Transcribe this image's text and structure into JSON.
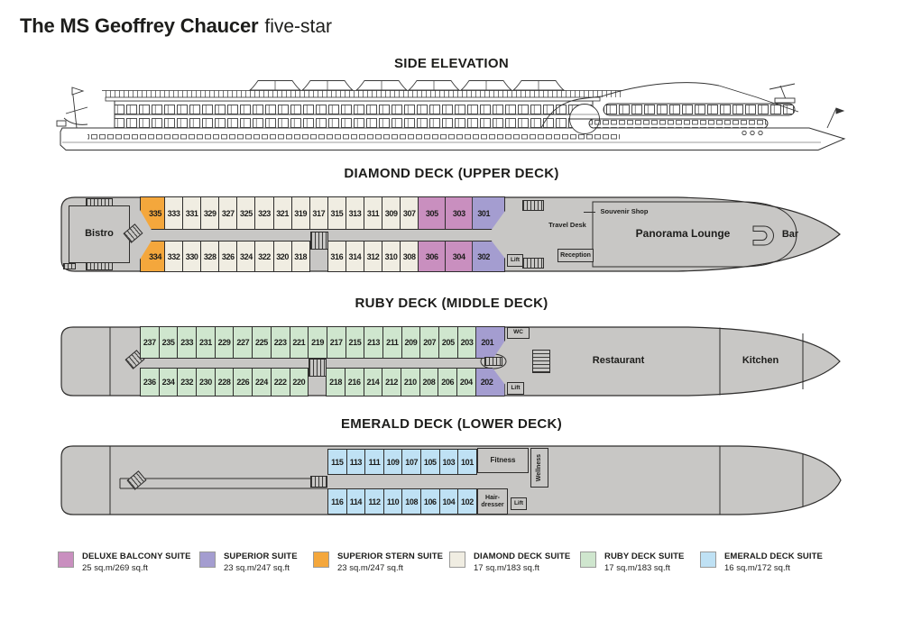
{
  "title": {
    "name": "The MS Geoffrey Chaucer",
    "rating": "five-star"
  },
  "headings": {
    "side_elevation": "SIDE ELEVATION",
    "diamond_deck": "DIAMOND DECK (UPPER DECK)",
    "ruby_deck": "RUBY DECK (MIDDLE DECK)",
    "emerald_deck": "EMERALD DECK (LOWER DECK)"
  },
  "colors": {
    "hull_gray": "#c8c7c5",
    "outline": "#2e2d2c",
    "deluxe_balcony_suite": "#c98fbf",
    "superior_suite": "#a49dd0",
    "superior_stern_suite": "#f4a73c",
    "diamond_deck_suite": "#f0ede2",
    "ruby_deck_suite": "#cfe6ce",
    "emerald_deck_suite": "#bfe1f4"
  },
  "decks": {
    "diamond": {
      "labels": {
        "bistro": "Bistro",
        "souvenir_shop": "Souvenir Shop",
        "travel_desk": "Travel Desk",
        "reception": "Reception",
        "lift": "Lift",
        "panorama_lounge": "Panorama Lounge",
        "bar": "Bar"
      },
      "top": [
        {
          "n": "335",
          "t": "stern",
          "s": "cut-bl"
        },
        {
          "n": "333",
          "t": "diamond"
        },
        {
          "n": "331",
          "t": "diamond"
        },
        {
          "n": "329",
          "t": "diamond"
        },
        {
          "n": "327",
          "t": "diamond"
        },
        {
          "n": "325",
          "t": "diamond"
        },
        {
          "n": "323",
          "t": "diamond"
        },
        {
          "n": "321",
          "t": "diamond"
        },
        {
          "n": "319",
          "t": "diamond"
        },
        {
          "n": "317",
          "t": "diamond"
        },
        {
          "n": "315",
          "t": "diamond"
        },
        {
          "n": "313",
          "t": "diamond"
        },
        {
          "n": "311",
          "t": "diamond"
        },
        {
          "n": "309",
          "t": "diamond"
        },
        {
          "n": "307",
          "t": "diamond"
        },
        {
          "n": "305",
          "t": "deluxe"
        },
        {
          "n": "303",
          "t": "deluxe"
        },
        {
          "n": "301",
          "t": "superior",
          "s": "cut-br"
        }
      ],
      "bottom_aft": [
        {
          "n": "334",
          "t": "stern",
          "s": "cut-tl"
        },
        {
          "n": "332",
          "t": "diamond"
        },
        {
          "n": "330",
          "t": "diamond"
        },
        {
          "n": "328",
          "t": "diamond"
        },
        {
          "n": "326",
          "t": "diamond"
        },
        {
          "n": "324",
          "t": "diamond"
        },
        {
          "n": "322",
          "t": "diamond"
        },
        {
          "n": "320",
          "t": "diamond"
        },
        {
          "n": "318",
          "t": "diamond"
        }
      ],
      "bottom_fwd": [
        {
          "n": "316",
          "t": "diamond"
        },
        {
          "n": "314",
          "t": "diamond"
        },
        {
          "n": "312",
          "t": "diamond"
        },
        {
          "n": "310",
          "t": "diamond"
        },
        {
          "n": "308",
          "t": "diamond"
        },
        {
          "n": "306",
          "t": "deluxe"
        },
        {
          "n": "304",
          "t": "deluxe"
        },
        {
          "n": "302",
          "t": "superior",
          "s": "cut-tr"
        }
      ]
    },
    "ruby": {
      "labels": {
        "wc": "WC",
        "lift": "Lift",
        "restaurant": "Restaurant",
        "kitchen": "Kitchen"
      },
      "top": [
        {
          "n": "237",
          "t": "ruby"
        },
        {
          "n": "235",
          "t": "ruby"
        },
        {
          "n": "233",
          "t": "ruby"
        },
        {
          "n": "231",
          "t": "ruby"
        },
        {
          "n": "229",
          "t": "ruby"
        },
        {
          "n": "227",
          "t": "ruby"
        },
        {
          "n": "225",
          "t": "ruby"
        },
        {
          "n": "223",
          "t": "ruby"
        },
        {
          "n": "221",
          "t": "ruby"
        },
        {
          "n": "219",
          "t": "ruby"
        },
        {
          "n": "217",
          "t": "ruby"
        },
        {
          "n": "215",
          "t": "ruby"
        },
        {
          "n": "213",
          "t": "ruby"
        },
        {
          "n": "211",
          "t": "ruby"
        },
        {
          "n": "209",
          "t": "ruby"
        },
        {
          "n": "207",
          "t": "ruby"
        },
        {
          "n": "205",
          "t": "ruby"
        },
        {
          "n": "203",
          "t": "ruby"
        },
        {
          "n": "201",
          "t": "superior",
          "s": "cut-br narrow"
        }
      ],
      "bottom_aft": [
        {
          "n": "236",
          "t": "ruby"
        },
        {
          "n": "234",
          "t": "ruby"
        },
        {
          "n": "232",
          "t": "ruby"
        },
        {
          "n": "230",
          "t": "ruby"
        },
        {
          "n": "228",
          "t": "ruby"
        },
        {
          "n": "226",
          "t": "ruby"
        },
        {
          "n": "224",
          "t": "ruby"
        },
        {
          "n": "222",
          "t": "ruby"
        },
        {
          "n": "220",
          "t": "ruby"
        }
      ],
      "bottom_fwd": [
        {
          "n": "218",
          "t": "ruby"
        },
        {
          "n": "216",
          "t": "ruby"
        },
        {
          "n": "214",
          "t": "ruby"
        },
        {
          "n": "212",
          "t": "ruby"
        },
        {
          "n": "210",
          "t": "ruby"
        },
        {
          "n": "208",
          "t": "ruby"
        },
        {
          "n": "206",
          "t": "ruby"
        },
        {
          "n": "204",
          "t": "ruby"
        },
        {
          "n": "202",
          "t": "superior",
          "s": "cut-tr narrow"
        }
      ]
    },
    "emerald": {
      "labels": {
        "fitness": "Fitness",
        "wellness": "Wellness",
        "hairdresser": "Hair-dresser",
        "lift": "Lift"
      },
      "top": [
        {
          "n": "115",
          "t": "emerald"
        },
        {
          "n": "113",
          "t": "emerald"
        },
        {
          "n": "111",
          "t": "emerald"
        },
        {
          "n": "109",
          "t": "emerald"
        },
        {
          "n": "107",
          "t": "emerald"
        },
        {
          "n": "105",
          "t": "emerald"
        },
        {
          "n": "103",
          "t": "emerald"
        },
        {
          "n": "101",
          "t": "emerald"
        }
      ],
      "bottom": [
        {
          "n": "116",
          "t": "emerald"
        },
        {
          "n": "114",
          "t": "emerald"
        },
        {
          "n": "112",
          "t": "emerald"
        },
        {
          "n": "110",
          "t": "emerald"
        },
        {
          "n": "108",
          "t": "emerald"
        },
        {
          "n": "106",
          "t": "emerald"
        },
        {
          "n": "104",
          "t": "emerald"
        },
        {
          "n": "102",
          "t": "emerald"
        }
      ]
    }
  },
  "legend": [
    {
      "name": "DELUXE BALCONY SUITE",
      "size": "25 sq.m/269 sq.ft",
      "color": "#c98fbf"
    },
    {
      "name": "SUPERIOR SUITE",
      "size": "23 sq.m/247 sq.ft",
      "color": "#a49dd0"
    },
    {
      "name": "SUPERIOR STERN SUITE",
      "size": "23 sq.m/247 sq.ft",
      "color": "#f4a73c"
    },
    {
      "name": "DIAMOND DECK SUITE",
      "size": "17 sq.m/183 sq.ft",
      "color": "#f0ede2"
    },
    {
      "name": "RUBY DECK SUITE",
      "size": "17 sq.m/183 sq.ft",
      "color": "#cfe6ce"
    },
    {
      "name": "EMERALD DECK SUITE",
      "size": "16 sq.m/172 sq.ft",
      "color": "#bfe1f4"
    }
  ]
}
